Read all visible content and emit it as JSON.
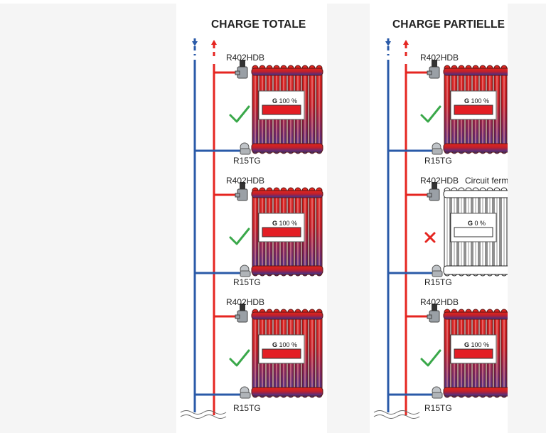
{
  "titles": {
    "left": "CHARGE TOTALE",
    "right": "CHARGE PARTIELLE"
  },
  "valve_top_label": "R402HDB",
  "valve_bottom_label": "R15TG",
  "closed_circuit_label": "Circuit ferm",
  "gauge_letter": "G",
  "gauge_open": "100 %",
  "gauge_closed": "0 %",
  "status_icons": {
    "open": "check-icon",
    "closed": "cross-icon"
  },
  "colors": {
    "supply": "#e52520",
    "return": "#2a5aa8",
    "radiator_hot": "#d5281f",
    "radiator_cold": "#ffffff",
    "check": "#3aa84a",
    "cross": "#e52520",
    "background": "#f5f5f5"
  }
}
